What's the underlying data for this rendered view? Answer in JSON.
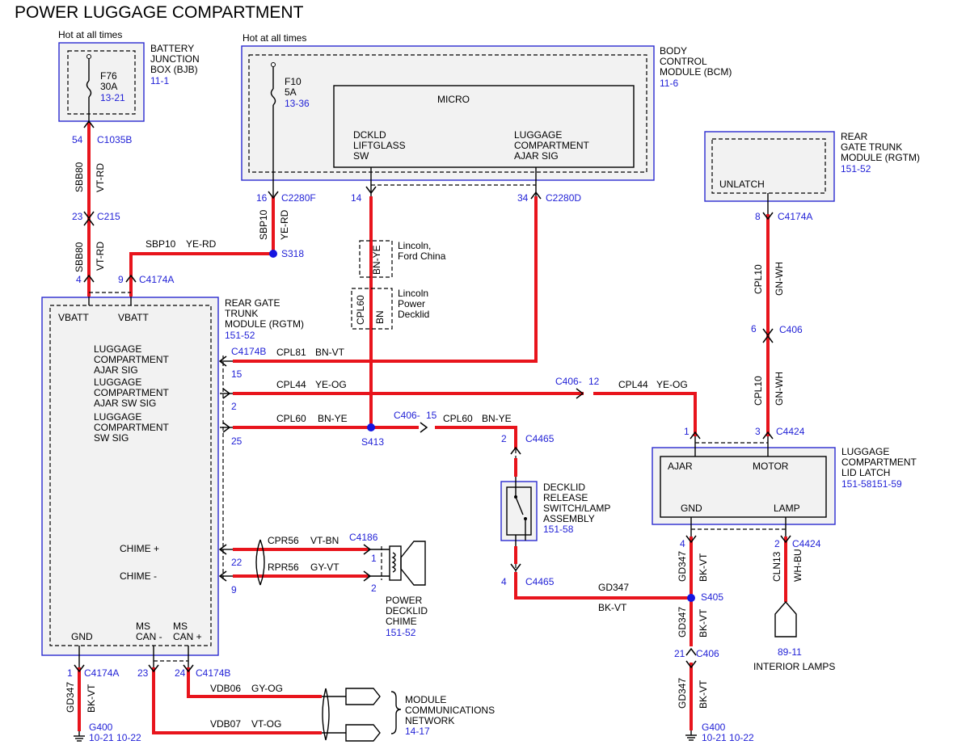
{
  "title": "POWER LUGGAGE COMPARTMENT",
  "colors": {
    "wire": "#e8141c",
    "reference": "#1f1fd6",
    "module_border": "#2a2ad0",
    "splice": "#1515e0"
  },
  "bjb": {
    "hot": "Hot at all times",
    "name": [
      "BATTERY",
      "JUNCTION",
      "BOX (BJB)"
    ],
    "ref": "11-1",
    "fuse": "F76",
    "amps": "30A",
    "fuse_ref": "13-21"
  },
  "bcm": {
    "hot": "Hot at all times",
    "name": [
      "BODY",
      "CONTROL",
      "MODULE (BCM)"
    ],
    "ref": "11-6",
    "fuse": "F10",
    "amps": "5A",
    "fuse_ref": "13-36",
    "micro": "MICRO",
    "in1": [
      "DCKLD",
      "LIFTGLASS",
      "SW"
    ],
    "in2": [
      "LUGGAGE",
      "COMPARTMENT",
      "AJAR SIG"
    ]
  },
  "rgtm_top": {
    "name": [
      "REAR",
      "GATE TRUNK",
      "MODULE (RGTM)"
    ],
    "ref": "151-52",
    "label": "UNLATCH"
  },
  "rgtm_main": {
    "name": [
      "REAR GATE",
      "TRUNK",
      "MODULE (RGTM)"
    ],
    "ref": "151-52",
    "vbatt1": "VBATT",
    "vbatt2": "VBATT",
    "sig1": [
      "LUGGAGE",
      "COMPARTMENT",
      "AJAR SIG"
    ],
    "sig2": [
      "LUGGAGE",
      "COMPARTMENT",
      "AJAR SW SIG"
    ],
    "sig3": [
      "LUGGAGE",
      "COMPARTMENT",
      "SW SIG"
    ],
    "chime_pos": "CHIME +",
    "chime_neg": "CHIME -",
    "gnd": "GND",
    "can_neg": [
      "MS",
      "CAN -"
    ],
    "can_pos": [
      "MS",
      "CAN +"
    ]
  },
  "latch": {
    "name": [
      "LUGGAGE",
      "COMPARTMENT",
      "LID LATCH"
    ],
    "ref": "151-58151-59",
    "ajar": "AJAR",
    "motor": "MOTOR",
    "gnd": "GND",
    "lamp": "LAMP"
  },
  "switch": {
    "name": [
      "DECKLID",
      "RELEASE",
      "SWITCH/LAMP",
      "ASSEMBLY"
    ],
    "ref": "151-58"
  },
  "chime": {
    "name": [
      "POWER",
      "DECKLID",
      "CHIME"
    ],
    "ref": "151-52"
  },
  "network": {
    "name": [
      "MODULE",
      "COMMUNICATIONS",
      "NETWORK"
    ],
    "ref": "14-17"
  },
  "lamps": {
    "ref": "89-11",
    "name": "INTERIOR LAMPS"
  },
  "options": {
    "opt1_wire": "BN-YE",
    "opt1_text": [
      "Lincoln,",
      "Ford China"
    ],
    "opt2_wire1": "CPL60",
    "opt2_wire2": "BN",
    "opt2_text": [
      "Lincoln",
      "Power",
      "Decklid"
    ]
  },
  "grounds": {
    "left": "G400",
    "right": "G400",
    "pages": "10-21 10-22"
  },
  "splices": {
    "s318": "S318",
    "s413": "S413",
    "s405": "S405"
  },
  "pins": {
    "p54": "54",
    "p23": "23",
    "p4": "4",
    "p9": "9",
    "p16": "16",
    "p14": "14",
    "p34": "34",
    "p8": "8",
    "p6": "6",
    "p3": "3",
    "p1": "1",
    "p15": "15",
    "p2": "2",
    "p25": "25",
    "p15b": "15",
    "p2b": "2",
    "p22": "22",
    "p9b": "9",
    "p1c": "1",
    "p2c": "2",
    "p4b": "4",
    "p4c": "4",
    "p2d": "2",
    "p21": "21",
    "p1g": "1",
    "p23b": "23",
    "p24": "24",
    "p12": "12"
  },
  "connectors": {
    "c1035b": "C1035B",
    "c215": "C215",
    "c4174a": "C4174A",
    "c2280f": "C2280F",
    "c2280d": "C2280D",
    "c4174a2": "C4174A",
    "c406": "C406",
    "c4424": "C4424",
    "c4174b": "C4174B",
    "c406_12": "C406-",
    "c406_15": "C406-",
    "c4465": "C4465",
    "c4186": "C4186",
    "c4465b": "C4465",
    "c4424b": "C4424",
    "c406b": "C406",
    "c4174a3": "C4174A",
    "c4174b2": "C4174B"
  },
  "wires": {
    "sbb80": "SBB80",
    "vtrd": "VT-RD",
    "sbb80b": "SBB80",
    "vtrd2": "VT-RD",
    "sbp10": "SBP10",
    "yerd": "YE-RD",
    "sbp10b": "SBP10",
    "yerd2": "YE-RD",
    "cpl10": "CPL10",
    "gnwh": "GN-WH",
    "cpl10b": "CPL10",
    "gnwh2": "GN-WH",
    "cpl81": "CPL81",
    "bnvt": "BN-VT",
    "cpl44": "CPL44",
    "yeog": "YE-OG",
    "cpl44b": "CPL44",
    "yeog2": "YE-OG",
    "cpl60": "CPL60",
    "bnye": "BN-YE",
    "cpl60b": "CPL60",
    "bnye2": "BN-YE",
    "cpr56": "CPR56",
    "vtbn": "VT-BN",
    "rpr56": "RPR56",
    "gyvt": "GY-VT",
    "gd347a": "GD347",
    "bkvta": "BK-VT",
    "gd347b": "GD347",
    "bkvtb": "BK-VT",
    "gd347c": "GD347",
    "bkvtc": "BK-VT",
    "gd347d": "GD347",
    "bkvtd": "BK-VT",
    "gd347e": "GD347",
    "bkvte": "BK-VT",
    "cln13": "CLN13",
    "whbu": "WH-BU",
    "vdb06": "VDB06",
    "gyog": "GY-OG",
    "vdb07": "VDB07",
    "vtog": "VT-OG"
  }
}
